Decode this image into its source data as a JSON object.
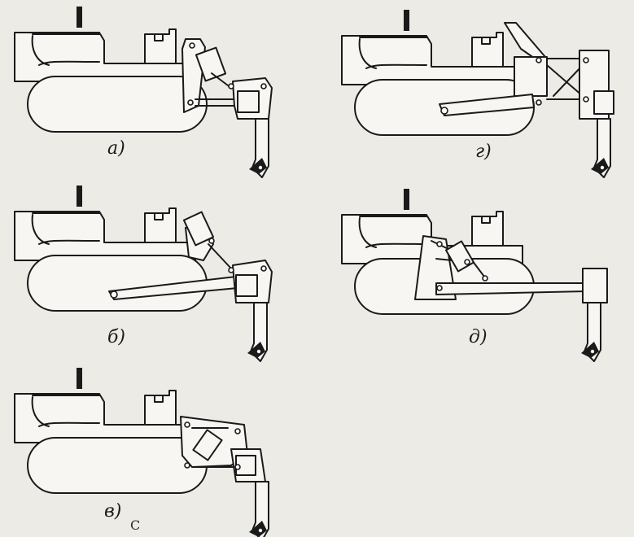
{
  "labels": {
    "a": "а)",
    "b": "б)",
    "v": "в)",
    "g": "г)",
    "d": "д)"
  },
  "caption": "С"
}
